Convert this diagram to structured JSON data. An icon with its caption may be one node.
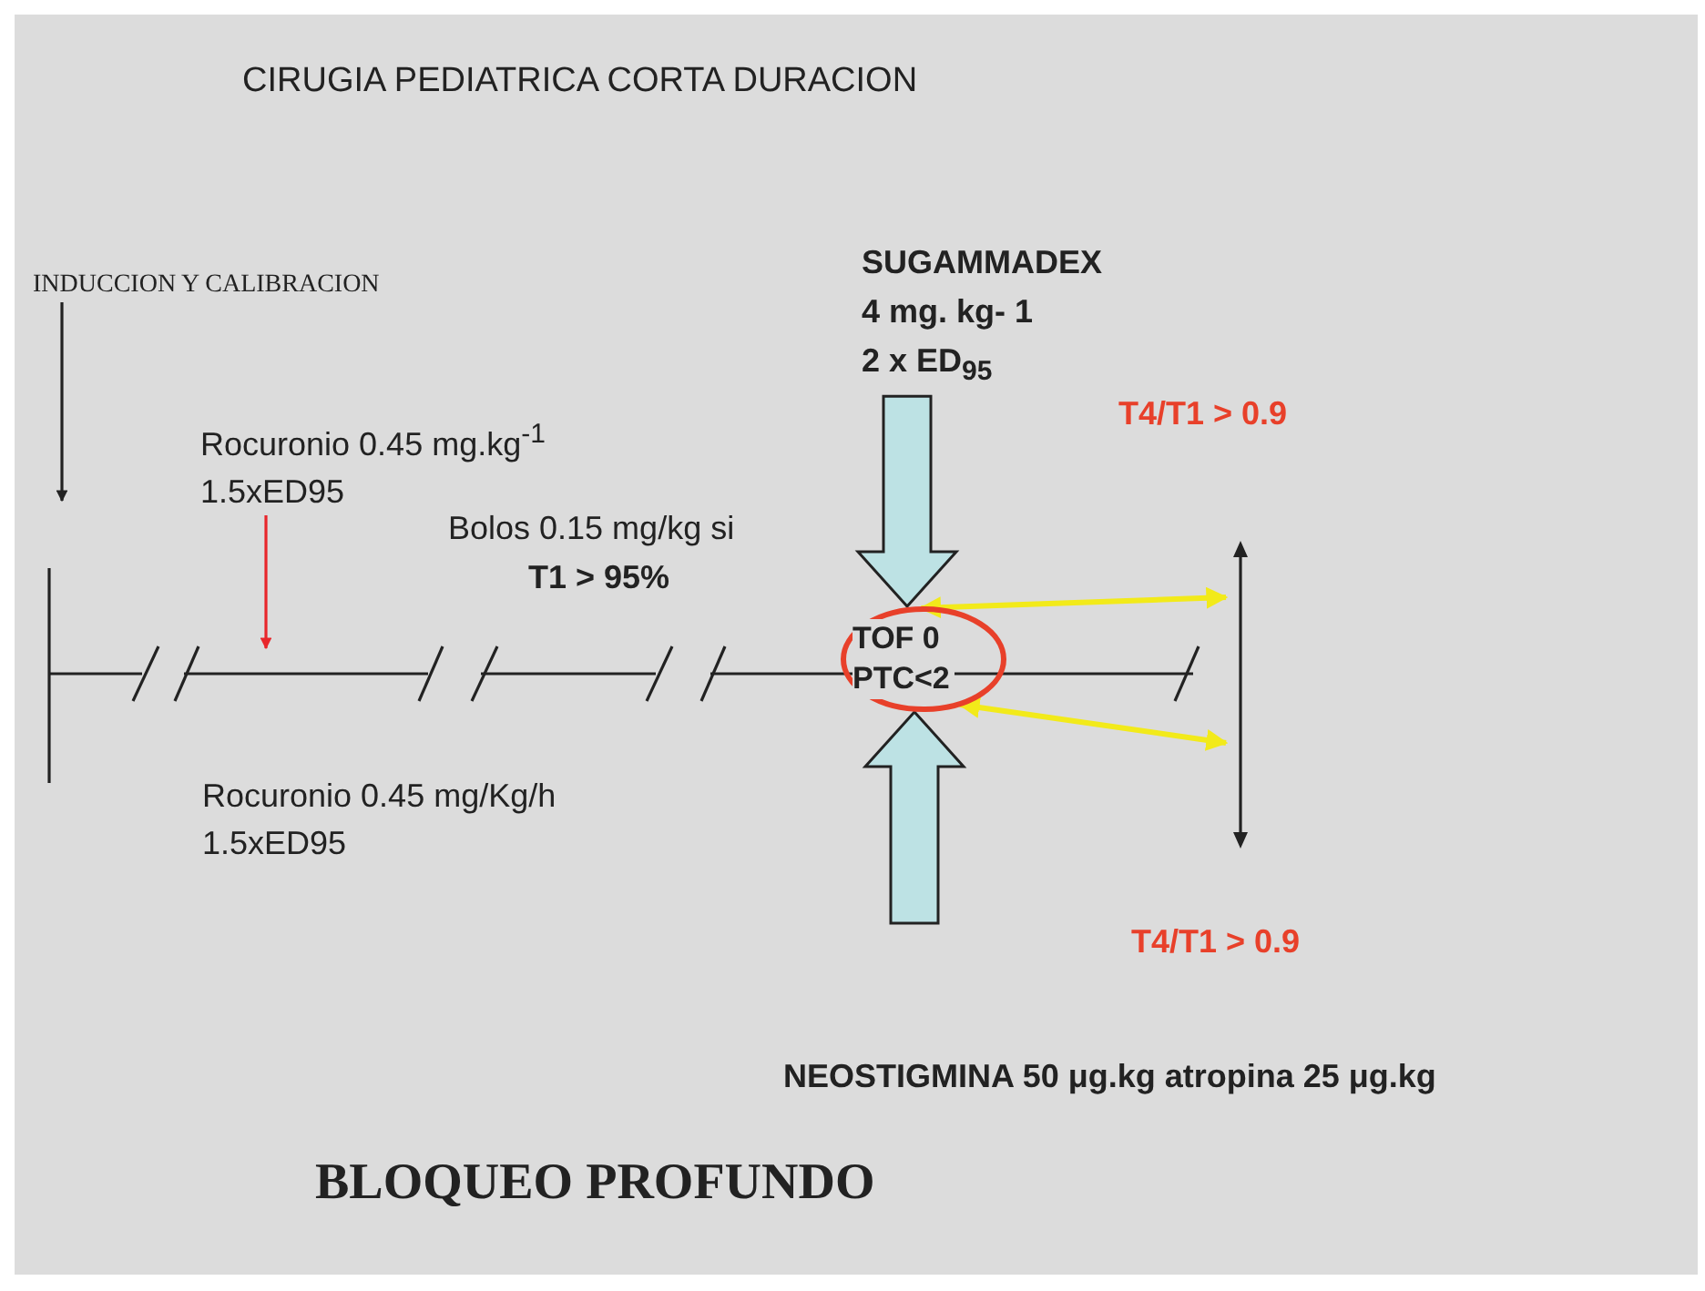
{
  "diagram": {
    "title": "CIRUGIA PEDIATRICA CORTA DURACION",
    "nodes": [
      {
        "text": [
          "INDUCCION Y CALIBRACION"
        ]
      },
      {
        "text": [
          "Rocuronio 0.45 mg.kg$^{-1}$ 1.5xED95"
        ]
      },
      {
        "text": [
          "SUGAMMADEX",
          "4 mg. kg- 1",
          "2 x ED$_{95}$"
        ]
      },
      {
        "text": [
          "TOF 0 PTC<2"
        ]
      }
    ],
    "edges": [
      {
        "from": 0,
        "to": null,
        "arrow": "to",
        "color": "#222222"
      },
      {
        "from": 1,
        "to": null,
        "arrow": "to",
        "color": "#e8262b"
      },
      {
        "from": 2,
        "to": 3,
        "arrow": "to",
        "style": "thick",
        "color": "#bde2e4"
      },
      {
        "from": null,
        "to": 3,
        "arrow": "to",
        "style": "thick",
        "color": "#bde2e4"
      },
      {
        "from": 3,
        "to": null,
        "arrow": "both",
        "color": "#f2ea1a"
      },
      {
        "from": 3,
        "to": null,
        "arrow": "both",
        "color": "#f2ea1a"
      }
    ],
    "labels": [
      "Bolos 0.15 mg/kg si",
      "T1 > 95%",
      "T4/T1 > 0.9",
      "Rocuronio 0.45 mg/Kg/h 1.5xED95",
      "T4/T1 > 0.9",
      "NEOSTIGMINA 50 μg.kg atropina 25 μg.kg",
      "BLOQUEO PROFUNDO"
    ]
  }
}
